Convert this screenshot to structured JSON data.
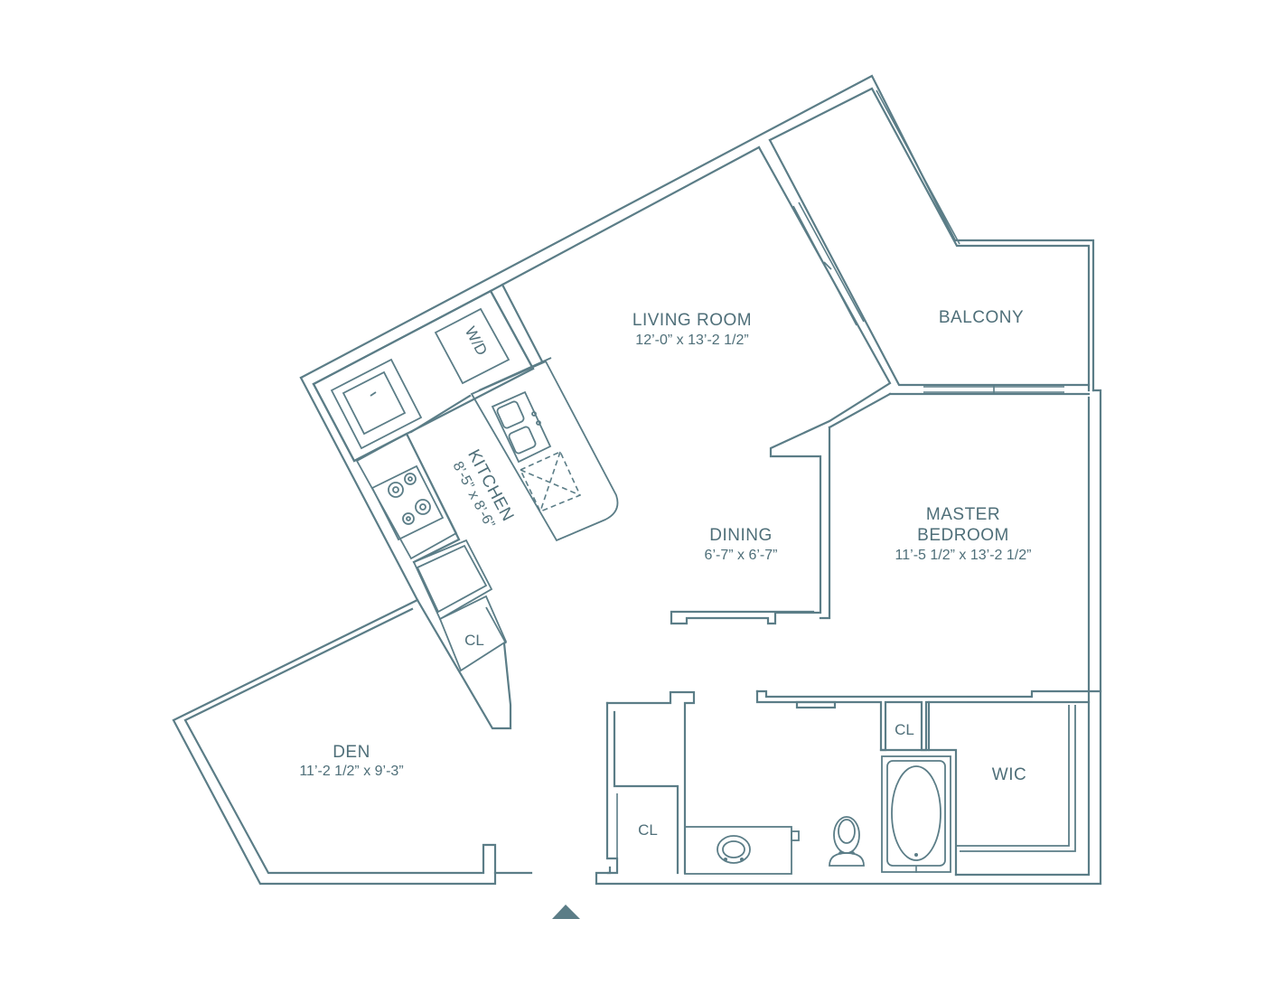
{
  "rooms": {
    "living": {
      "name": "LIVING ROOM",
      "dims": "12’-0” x 13’-2 1/2”"
    },
    "balcony": {
      "name": "BALCONY"
    },
    "kitchen": {
      "name": "KITCHEN",
      "dims": "8’-5” x 8’-6”"
    },
    "wd": {
      "name": "W/D"
    },
    "dining": {
      "name": "DINING",
      "dims": "6’-7” x 6’-7”"
    },
    "master": {
      "name_line1": "MASTER",
      "name_line2": "BEDROOM",
      "dims": "11’-5 1/2” x 13’-2 1/2”"
    },
    "den": {
      "name": "DEN",
      "dims": "11’-2 1/2” x 9’-3”"
    },
    "closet_kitchen": {
      "name": "CL"
    },
    "closet_bath": {
      "name": "CL"
    },
    "closet_entry": {
      "name": "CL"
    },
    "wic": {
      "name": "WIC"
    }
  },
  "colors": {
    "line": "#5b7d87",
    "text": "#4f6f79",
    "background": "#ffffff"
  },
  "icons": {
    "entry_marker": "entry-arrow-icon"
  }
}
